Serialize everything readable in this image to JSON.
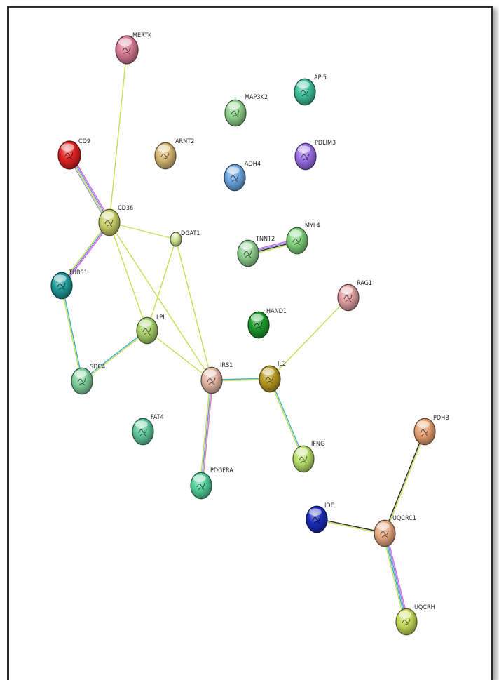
{
  "network": {
    "nodes": [
      {
        "id": "MERTK",
        "label": "MERTK",
        "color": "#d77a93"
      },
      {
        "id": "MAP3K2",
        "label": "MAP3K2",
        "color": "#8fd18a"
      },
      {
        "id": "API5",
        "label": "API5",
        "color": "#3fbf9a"
      },
      {
        "id": "CD9",
        "label": "CD9",
        "color": "#e02222"
      },
      {
        "id": "ARNT2",
        "label": "ARNT2",
        "color": "#d8b874"
      },
      {
        "id": "ADH4",
        "label": "ADH4",
        "color": "#6aa6e0"
      },
      {
        "id": "PDLIM3",
        "label": "PDLIM3",
        "color": "#9a6ee6"
      },
      {
        "id": "CD36",
        "label": "CD36",
        "color": "#c8d06a"
      },
      {
        "id": "DGAT1",
        "label": "DGAT1",
        "color": "#c6df8a"
      },
      {
        "id": "TNNT2",
        "label": "TNNT2",
        "color": "#8fd08f"
      },
      {
        "id": "MYL4",
        "label": "MYL4",
        "color": "#7fd17a"
      },
      {
        "id": "THBS1",
        "label": "THBS1",
        "color": "#1f9a9a"
      },
      {
        "id": "RAG1",
        "label": "RAG1",
        "color": "#e09ea2"
      },
      {
        "id": "HAND1",
        "label": "HAND1",
        "color": "#1c9a2c"
      },
      {
        "id": "LPL",
        "label": "LPL",
        "color": "#a6d06a"
      },
      {
        "id": "SDC4",
        "label": "SDC4",
        "color": "#7fcf9a"
      },
      {
        "id": "IRS1",
        "label": "IRS1",
        "color": "#e3b4a4"
      },
      {
        "id": "IL2",
        "label": "IL2",
        "color": "#b89a22"
      },
      {
        "id": "FAT4",
        "label": "FAT4",
        "color": "#5fc89a"
      },
      {
        "id": "IFNG",
        "label": "IFNG",
        "color": "#b8de6a"
      },
      {
        "id": "PDGFRA",
        "label": "PDGFRA",
        "color": "#52d09a"
      },
      {
        "id": "PDHB",
        "label": "PDHB",
        "color": "#e6a070"
      },
      {
        "id": "IDE",
        "label": "IDE",
        "color": "#1a2ab8"
      },
      {
        "id": "UQCRC1",
        "label": "UQCRC1",
        "color": "#e6a880"
      },
      {
        "id": "UQCRH",
        "label": "UQCRH",
        "color": "#c6da5a"
      }
    ],
    "edges": [
      {
        "from": "MERTK",
        "to": "CD36",
        "colors": [
          "#c8dc58"
        ]
      },
      {
        "from": "CD9",
        "to": "CD36",
        "colors": [
          "#e060e0",
          "#6a8ee0",
          "#c8dc58",
          "#9aa0c8"
        ]
      },
      {
        "from": "CD36",
        "to": "THBS1",
        "colors": [
          "#e060e0",
          "#6a8ee0",
          "#c8dc58"
        ]
      },
      {
        "from": "CD36",
        "to": "DGAT1",
        "colors": [
          "#c8dc58"
        ]
      },
      {
        "from": "CD36",
        "to": "LPL",
        "colors": [
          "#c8dc58"
        ]
      },
      {
        "from": "CD36",
        "to": "IRS1",
        "colors": [
          "#c8dc58"
        ]
      },
      {
        "from": "DGAT1",
        "to": "LPL",
        "colors": [
          "#c8dc58"
        ]
      },
      {
        "from": "DGAT1",
        "to": "IRS1",
        "colors": [
          "#c8dc58"
        ]
      },
      {
        "from": "THBS1",
        "to": "SDC4",
        "colors": [
          "#3ab0c0",
          "#c8dc58"
        ]
      },
      {
        "from": "SDC4",
        "to": "LPL",
        "colors": [
          "#3ab0c0",
          "#c8dc58"
        ]
      },
      {
        "from": "LPL",
        "to": "IRS1",
        "colors": [
          "#c8dc58"
        ]
      },
      {
        "from": "IRS1",
        "to": "IL2",
        "colors": [
          "#3ab0c0",
          "#c8dc58"
        ]
      },
      {
        "from": "IRS1",
        "to": "PDGFRA",
        "colors": [
          "#e080a0",
          "#6a8ee0",
          "#c8dc58"
        ]
      },
      {
        "from": "IL2",
        "to": "RAG1",
        "colors": [
          "#c8dc58"
        ]
      },
      {
        "from": "IL2",
        "to": "IFNG",
        "colors": [
          "#3ab0c0",
          "#c8dc58"
        ]
      },
      {
        "from": "TNNT2",
        "to": "MYL4",
        "colors": [
          "#e060e0",
          "#6a8ee0",
          "#2a2a2a",
          "#c8dc58"
        ]
      },
      {
        "from": "IDE",
        "to": "UQCRC1",
        "colors": [
          "#2a2a2a",
          "#c8dc58"
        ]
      },
      {
        "from": "UQCRC1",
        "to": "PDHB",
        "colors": [
          "#2a2a2a",
          "#c8dc58"
        ]
      },
      {
        "from": "UQCRC1",
        "to": "UQCRH",
        "colors": [
          "#e060e0",
          "#6a8ee0",
          "#3ab0c0",
          "#c8dc58"
        ]
      }
    ]
  }
}
